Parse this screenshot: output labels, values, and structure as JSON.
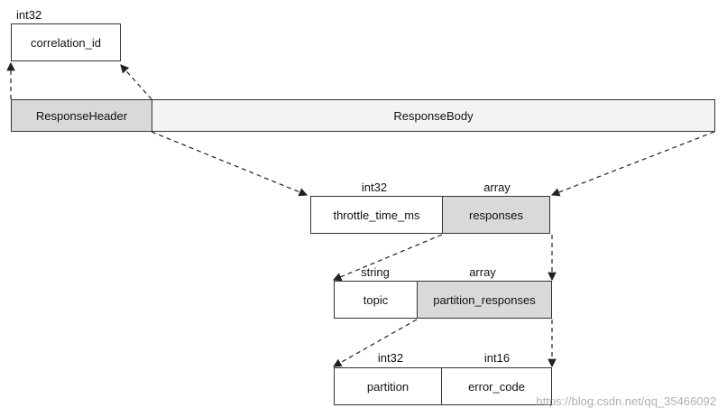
{
  "diagram": {
    "correlation_id": {
      "type": "int32",
      "label": "correlation_id"
    },
    "response_header": {
      "label": "ResponseHeader"
    },
    "response_body": {
      "label": "ResponseBody"
    },
    "throttle_time_ms": {
      "type": "int32",
      "label": "throttle_time_ms"
    },
    "responses": {
      "type": "array",
      "label": "responses"
    },
    "topic": {
      "type": "string",
      "label": "topic"
    },
    "partition_responses": {
      "type": "array",
      "label": "partition_responses"
    },
    "partition": {
      "type": "int32",
      "label": "partition"
    },
    "error_code": {
      "type": "int16",
      "label": "error_code"
    }
  },
  "watermark": "https://blog.csdn.net/qq_35466092",
  "colors": {
    "gray_box": "#d9d9d9",
    "light_box": "#f3f3f3",
    "border": "#333333"
  }
}
